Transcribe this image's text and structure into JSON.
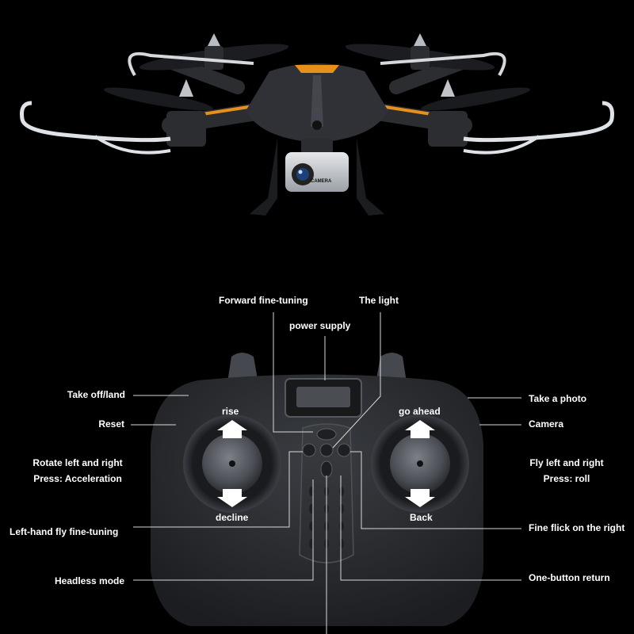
{
  "drone": {
    "camera_print": "CAMERA"
  },
  "controller": {
    "top_labels": {
      "forward_fine_tuning": "Forward fine-tuning",
      "the_light": "The light",
      "power_supply": "power supply"
    },
    "left_labels": {
      "take_off_land": "Take off/land",
      "reset": "Reset",
      "rotate": "Rotate left and right",
      "press_acceleration": "Press: Acceleration",
      "left_hand_fine_tuning": "Left-hand fly fine-tuning",
      "headless_mode": "Headless mode"
    },
    "right_labels": {
      "take_a_photo": "Take a photo",
      "camera": "Camera",
      "fly_left_right": "Fly left and right",
      "press_roll": "Press: roll",
      "fine_flick_right": "Fine flick on the right",
      "one_button_return": "One-button return"
    },
    "stick_labels": {
      "rise": "rise",
      "decline": "decline",
      "go_ahead": "go ahead",
      "back": "Back"
    }
  },
  "colors": {
    "background": "#000000",
    "accent_orange": "#e8901c",
    "body_dark": "#2b2d31",
    "leader_line": "#d8d8d8"
  }
}
